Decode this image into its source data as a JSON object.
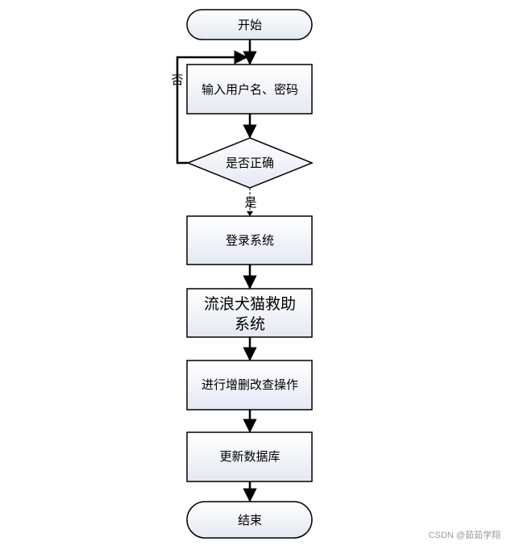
{
  "flowchart": {
    "nodes": {
      "start": "开始",
      "input": "输入用户名、密码",
      "check": "是否正确",
      "login": "登录系统",
      "system_line1": "流浪犬猫救助",
      "system_line2": "系统",
      "crud": "进行增删改查操作",
      "update": "更新数据库",
      "end": "结束"
    },
    "edges": {
      "no_label": "否",
      "yes_label": "是"
    }
  },
  "watermark": "CSDN @茹茹学翔"
}
